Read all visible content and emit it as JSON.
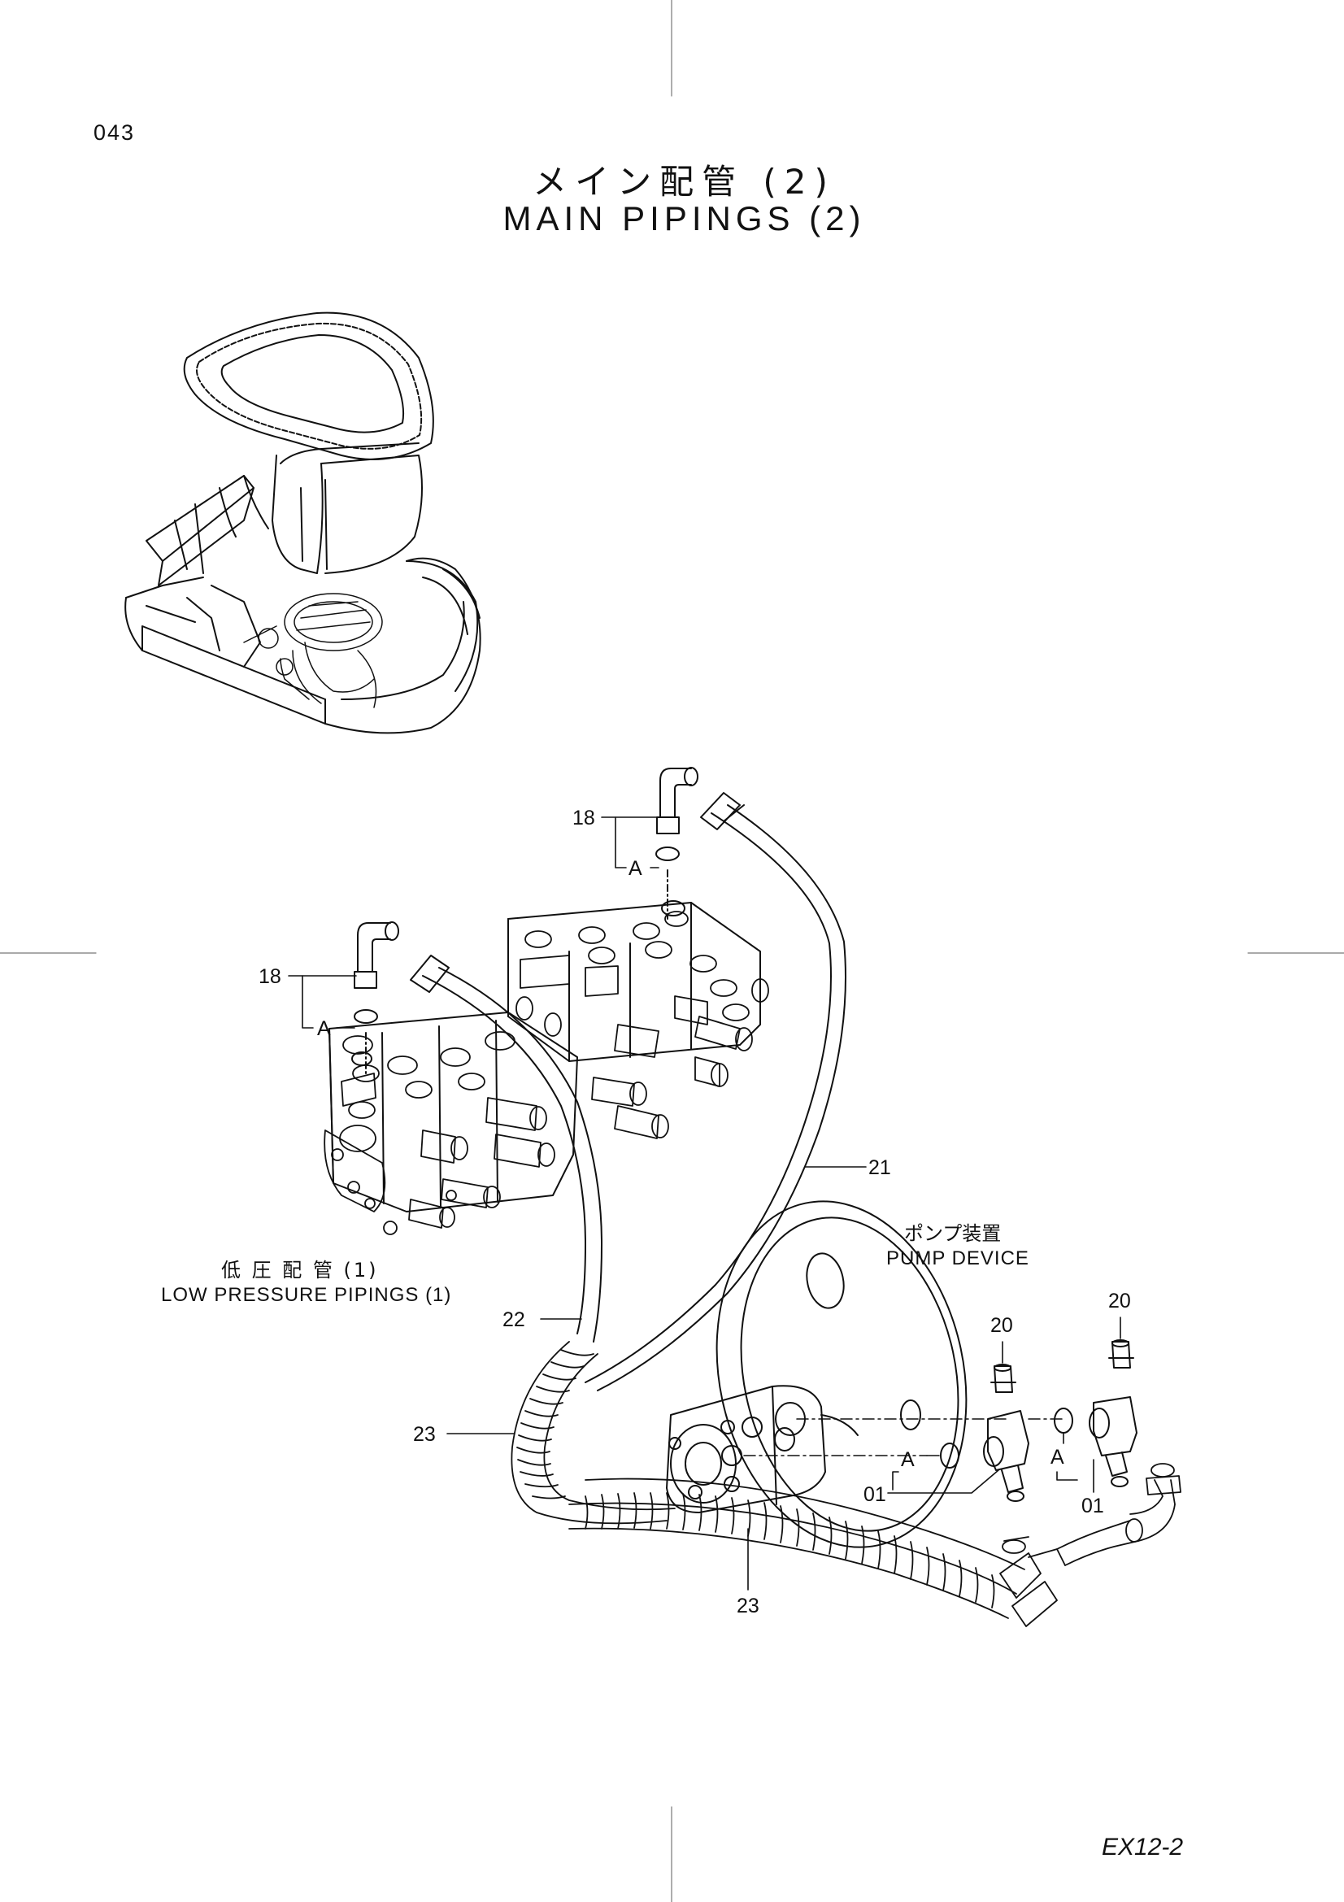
{
  "page": {
    "number": "043",
    "title_jp": "メイン配管 (2)",
    "title_en": "MAIN PIPINGS (2)",
    "footer_code": "EX12-2"
  },
  "colors": {
    "ink": "#111111",
    "paper": "#ffffff"
  },
  "callouts": {
    "c18_top": "18",
    "a_top": "A",
    "c18_left": "18",
    "a_left": "A",
    "c21": "21",
    "c22": "22",
    "c23_left": "23",
    "c23_bottom": "23",
    "c20_left": "20",
    "c20_right": "20",
    "a_pump_left": "A",
    "a_pump_right": "A",
    "c01_left": "01",
    "c01_right": "01"
  },
  "notes": {
    "pump_jp": "ポンプ装置",
    "pump_en": "PUMP DEVICE",
    "lowp_jp": "低 圧 配 管 (1)",
    "lowp_en": "LOW PRESSURE PIPINGS (1)"
  }
}
